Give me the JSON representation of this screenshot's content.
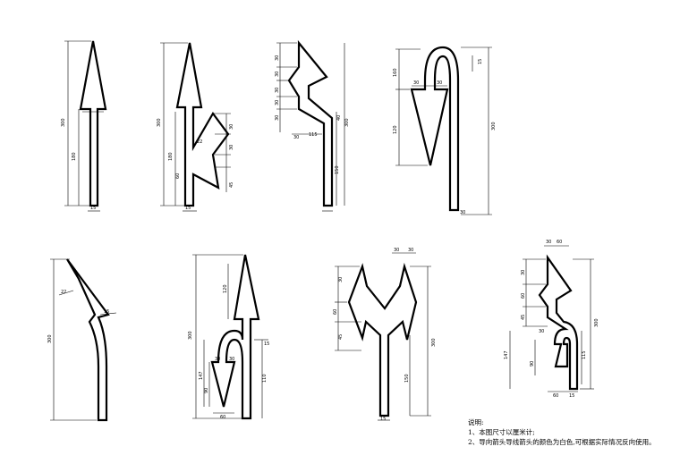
{
  "notes": {
    "heading": "说明:",
    "line1": "1、本图尺寸以厘米计;",
    "line2": "2、导向箭头导线箭头的颜色为白色,可根据实际情况反向使用。"
  },
  "dims": {
    "a1": [
      "300",
      "180",
      "15"
    ],
    "a2": [
      "300",
      "180",
      "60",
      "15",
      "45",
      "30",
      "30",
      "22"
    ],
    "a3": [
      "30",
      "30",
      "30",
      "30",
      "30",
      "40",
      "150",
      "30",
      "115",
      "300"
    ],
    "a4": [
      "160",
      "30",
      "30",
      "120",
      "300",
      "15",
      "30"
    ],
    "a5": [
      "300",
      "22",
      "15"
    ],
    "a6": [
      "120",
      "300",
      "147",
      "90",
      "110",
      "60",
      "30",
      "30",
      "15"
    ],
    "a7": [
      "30",
      "30",
      "30",
      "60",
      "45",
      "300",
      "150",
      "15"
    ],
    "a8": [
      "30",
      "60",
      "30",
      "60",
      "45",
      "300",
      "147",
      "90",
      "115",
      "60",
      "30",
      "15"
    ]
  }
}
